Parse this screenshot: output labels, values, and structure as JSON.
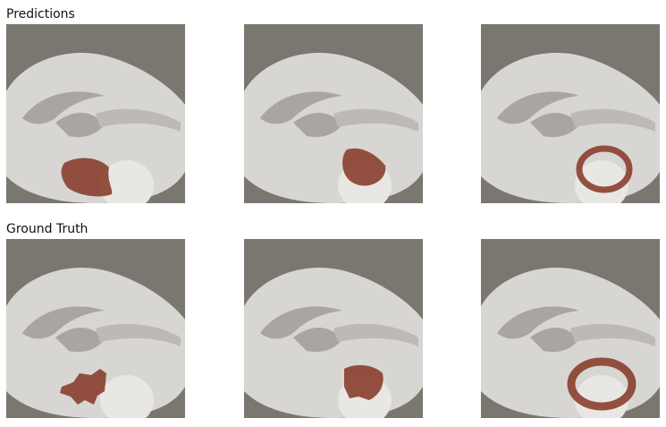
{
  "rows": [
    {
      "title": "Predictions",
      "panels": [
        {
          "name": "prediction-slice-1"
        },
        {
          "name": "prediction-slice-2"
        },
        {
          "name": "prediction-slice-3"
        }
      ]
    },
    {
      "title": "Ground Truth",
      "panels": [
        {
          "name": "ground-truth-slice-1"
        },
        {
          "name": "ground-truth-slice-2"
        },
        {
          "name": "ground-truth-slice-3"
        }
      ]
    }
  ],
  "colors": {
    "background": "#7a7670",
    "tissue": "#d8d6d3",
    "tissue_dark": "#bdbab6",
    "ventricle": "#a9a6a2",
    "tumor_core": "#e9e7e4",
    "mask": "#8a3f2e"
  }
}
